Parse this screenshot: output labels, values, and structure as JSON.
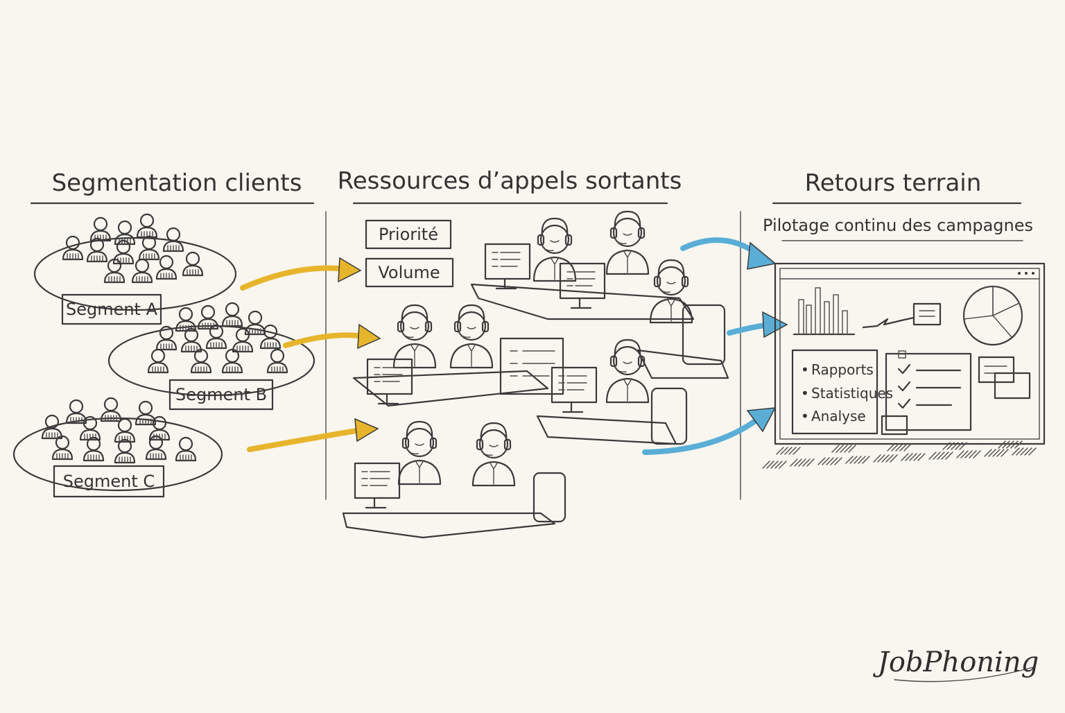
{
  "sections": [
    {
      "title": "Segmentation clients"
    },
    {
      "title": "Ressources d’appels sortants"
    },
    {
      "title": "Retours terrain",
      "subtitle": "Pilotage continu des campagnes"
    }
  ],
  "segments": [
    "Segment A",
    "Segment B",
    "Segment C"
  ],
  "resource_tags": [
    "Priorité",
    "Volume"
  ],
  "dashboard_items": [
    "Rapports",
    "Statistiques",
    "Analyse"
  ],
  "brand": "JobPhoning",
  "colors": {
    "ink": "#3a3a3a",
    "yellow": "#e7b52c",
    "blue": "#5aaed6",
    "paper": "#f9f6ef"
  }
}
